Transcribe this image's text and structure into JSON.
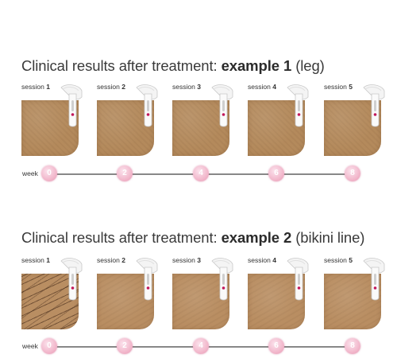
{
  "examples": [
    {
      "title_prefix": "Clinical results after treatment: ",
      "title_bold": "example 1",
      "title_suffix": " (leg)",
      "sessions": [
        {
          "word": "session ",
          "num": "1"
        },
        {
          "word": "session ",
          "num": "2"
        },
        {
          "word": "session ",
          "num": "3"
        },
        {
          "word": "session ",
          "num": "4"
        },
        {
          "word": "session ",
          "num": "5"
        }
      ],
      "week_label": "week",
      "weeks": [
        "0",
        "2",
        "4",
        "6",
        "8"
      ]
    },
    {
      "title_prefix": "Clinical results after treatment: ",
      "title_bold": "example 2",
      "title_suffix": " (bikini line)",
      "sessions": [
        {
          "word": "session ",
          "num": "1"
        },
        {
          "word": "session ",
          "num": "2"
        },
        {
          "word": "session ",
          "num": "3"
        },
        {
          "word": "session ",
          "num": "4"
        },
        {
          "word": "session ",
          "num": "5"
        }
      ],
      "week_label": "week",
      "weeks": [
        "0",
        "2",
        "4",
        "6",
        "8"
      ]
    }
  ],
  "colors": {
    "skin_leg": "#b48a5c",
    "skin_bikini": "#b98e62",
    "dot_pink": "#f2b8cc",
    "device_accent": "#c2185b"
  }
}
